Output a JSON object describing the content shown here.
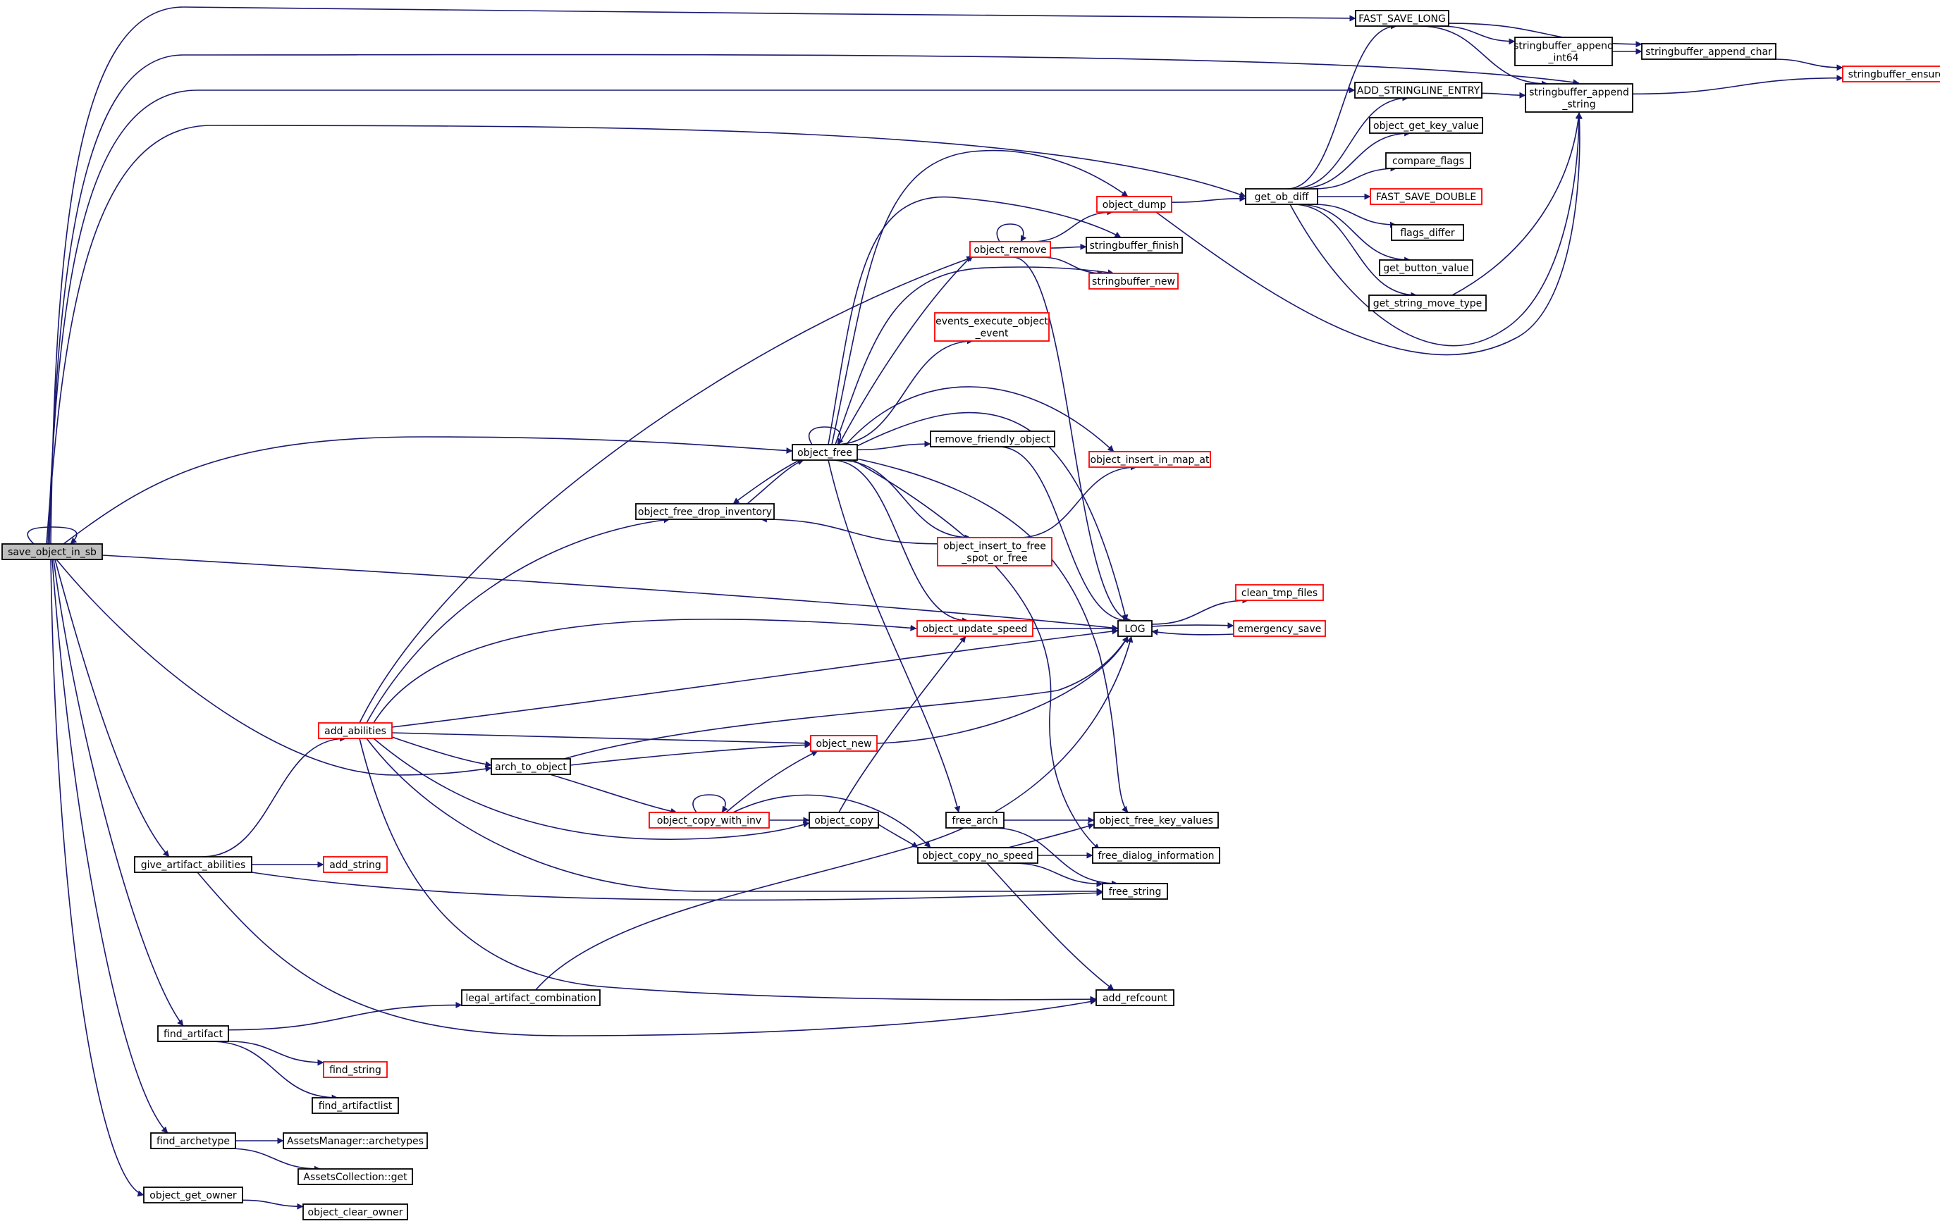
{
  "graph": {
    "colors": {
      "edge": "#191970",
      "border_normal": "#000000",
      "border_truncated": "#ff0000",
      "root_fill": "#bfbfbf"
    },
    "nodes": [
      {
        "id": "save_object_in_sb",
        "label": [
          "save_object_in_sb"
        ],
        "style": "root"
      },
      {
        "id": "FAST_SAVE_LONG",
        "label": [
          "FAST_SAVE_LONG"
        ],
        "style": "normal"
      },
      {
        "id": "stringbuffer_append_int64",
        "label": [
          "stringbuffer_append",
          "_int64"
        ],
        "style": "normal"
      },
      {
        "id": "stringbuffer_append_char",
        "label": [
          "stringbuffer_append_char"
        ],
        "style": "normal"
      },
      {
        "id": "stringbuffer_ensure",
        "label": [
          "stringbuffer_ensure"
        ],
        "style": "truncated"
      },
      {
        "id": "ADD_STRINGLINE_ENTRY",
        "label": [
          "ADD_STRINGLINE_ENTRY"
        ],
        "style": "normal"
      },
      {
        "id": "stringbuffer_append_string",
        "label": [
          "stringbuffer_append",
          "_string"
        ],
        "style": "normal"
      },
      {
        "id": "object_get_key_value",
        "label": [
          "object_get_key_value"
        ],
        "style": "normal"
      },
      {
        "id": "compare_flags",
        "label": [
          "compare_flags"
        ],
        "style": "normal"
      },
      {
        "id": "get_ob_diff",
        "label": [
          "get_ob_diff"
        ],
        "style": "normal"
      },
      {
        "id": "FAST_SAVE_DOUBLE",
        "label": [
          "FAST_SAVE_DOUBLE"
        ],
        "style": "truncated"
      },
      {
        "id": "flags_differ",
        "label": [
          "flags_differ"
        ],
        "style": "normal"
      },
      {
        "id": "get_button_value",
        "label": [
          "get_button_value"
        ],
        "style": "normal"
      },
      {
        "id": "get_string_move_type",
        "label": [
          "get_string_move_type"
        ],
        "style": "normal"
      },
      {
        "id": "object_dump",
        "label": [
          "object_dump"
        ],
        "style": "truncated"
      },
      {
        "id": "object_remove",
        "label": [
          "object_remove"
        ],
        "style": "truncated"
      },
      {
        "id": "stringbuffer_finish",
        "label": [
          "stringbuffer_finish"
        ],
        "style": "normal"
      },
      {
        "id": "stringbuffer_new",
        "label": [
          "stringbuffer_new"
        ],
        "style": "truncated"
      },
      {
        "id": "events_execute_object_event",
        "label": [
          "events_execute_object",
          "_event"
        ],
        "style": "truncated"
      },
      {
        "id": "object_free",
        "label": [
          "object_free"
        ],
        "style": "normal"
      },
      {
        "id": "remove_friendly_object",
        "label": [
          "remove_friendly_object"
        ],
        "style": "normal"
      },
      {
        "id": "object_insert_in_map_at",
        "label": [
          "object_insert_in_map_at"
        ],
        "style": "truncated"
      },
      {
        "id": "object_free_drop_inventory",
        "label": [
          "object_free_drop_inventory"
        ],
        "style": "normal"
      },
      {
        "id": "object_insert_to_free_spot_or_free",
        "label": [
          "object_insert_to_free",
          "_spot_or_free"
        ],
        "style": "truncated"
      },
      {
        "id": "clean_tmp_files",
        "label": [
          "clean_tmp_files"
        ],
        "style": "truncated"
      },
      {
        "id": "LOG",
        "label": [
          "LOG"
        ],
        "style": "normal"
      },
      {
        "id": "emergency_save",
        "label": [
          "emergency_save"
        ],
        "style": "truncated"
      },
      {
        "id": "object_update_speed",
        "label": [
          "object_update_speed"
        ],
        "style": "truncated"
      },
      {
        "id": "add_abilities",
        "label": [
          "add_abilities"
        ],
        "style": "truncated"
      },
      {
        "id": "object_new",
        "label": [
          "object_new"
        ],
        "style": "truncated"
      },
      {
        "id": "arch_to_object",
        "label": [
          "arch_to_object"
        ],
        "style": "normal"
      },
      {
        "id": "object_copy_with_inv",
        "label": [
          "object_copy_with_inv"
        ],
        "style": "truncated"
      },
      {
        "id": "object_copy",
        "label": [
          "object_copy"
        ],
        "style": "normal"
      },
      {
        "id": "free_arch",
        "label": [
          "free_arch"
        ],
        "style": "normal"
      },
      {
        "id": "object_free_key_values",
        "label": [
          "object_free_key_values"
        ],
        "style": "normal"
      },
      {
        "id": "object_copy_no_speed",
        "label": [
          "object_copy_no_speed"
        ],
        "style": "normal"
      },
      {
        "id": "free_dialog_information",
        "label": [
          "free_dialog_information"
        ],
        "style": "normal"
      },
      {
        "id": "give_artifact_abilities",
        "label": [
          "give_artifact_abilities"
        ],
        "style": "normal"
      },
      {
        "id": "add_string",
        "label": [
          "add_string"
        ],
        "style": "truncated"
      },
      {
        "id": "free_string",
        "label": [
          "free_string"
        ],
        "style": "normal"
      },
      {
        "id": "legal_artifact_combination",
        "label": [
          "legal_artifact_combination"
        ],
        "style": "normal"
      },
      {
        "id": "add_refcount",
        "label": [
          "add_refcount"
        ],
        "style": "normal"
      },
      {
        "id": "find_artifact",
        "label": [
          "find_artifact"
        ],
        "style": "normal"
      },
      {
        "id": "find_string",
        "label": [
          "find_string"
        ],
        "style": "truncated"
      },
      {
        "id": "find_artifactlist",
        "label": [
          "find_artifactlist"
        ],
        "style": "normal"
      },
      {
        "id": "find_archetype",
        "label": [
          "find_archetype"
        ],
        "style": "normal"
      },
      {
        "id": "AssetsManager_archetypes",
        "label": [
          "AssetsManager::archetypes"
        ],
        "style": "normal"
      },
      {
        "id": "AssetsCollection_get",
        "label": [
          "AssetsCollection::get"
        ],
        "style": "normal"
      },
      {
        "id": "object_get_owner",
        "label": [
          "object_get_owner"
        ],
        "style": "normal"
      },
      {
        "id": "object_clear_owner",
        "label": [
          "object_clear_owner"
        ],
        "style": "normal"
      }
    ],
    "edges": [
      [
        "save_object_in_sb",
        "save_object_in_sb"
      ],
      [
        "save_object_in_sb",
        "FAST_SAVE_LONG"
      ],
      [
        "save_object_in_sb",
        "stringbuffer_append_string"
      ],
      [
        "save_object_in_sb",
        "ADD_STRINGLINE_ENTRY"
      ],
      [
        "save_object_in_sb",
        "get_ob_diff"
      ],
      [
        "save_object_in_sb",
        "object_free"
      ],
      [
        "save_object_in_sb",
        "LOG"
      ],
      [
        "save_object_in_sb",
        "arch_to_object"
      ],
      [
        "save_object_in_sb",
        "give_artifact_abilities"
      ],
      [
        "save_object_in_sb",
        "find_artifact"
      ],
      [
        "save_object_in_sb",
        "find_archetype"
      ],
      [
        "save_object_in_sb",
        "object_get_owner"
      ],
      [
        "FAST_SAVE_LONG",
        "stringbuffer_append_int64"
      ],
      [
        "FAST_SAVE_LONG",
        "stringbuffer_append_char"
      ],
      [
        "FAST_SAVE_LONG",
        "stringbuffer_append_string"
      ],
      [
        "stringbuffer_append_int64",
        "stringbuffer_append_char"
      ],
      [
        "stringbuffer_append_char",
        "stringbuffer_ensure"
      ],
      [
        "stringbuffer_append_string",
        "stringbuffer_ensure"
      ],
      [
        "ADD_STRINGLINE_ENTRY",
        "stringbuffer_append_string"
      ],
      [
        "get_ob_diff",
        "FAST_SAVE_LONG"
      ],
      [
        "get_ob_diff",
        "ADD_STRINGLINE_ENTRY"
      ],
      [
        "get_ob_diff",
        "object_get_key_value"
      ],
      [
        "get_ob_diff",
        "compare_flags"
      ],
      [
        "get_ob_diff",
        "FAST_SAVE_DOUBLE"
      ],
      [
        "get_ob_diff",
        "flags_differ"
      ],
      [
        "get_ob_diff",
        "get_button_value"
      ],
      [
        "get_ob_diff",
        "get_string_move_type"
      ],
      [
        "get_ob_diff",
        "stringbuffer_append_string"
      ],
      [
        "get_string_move_type",
        "stringbuffer_append_string"
      ],
      [
        "object_dump",
        "get_ob_diff"
      ],
      [
        "object_dump",
        "stringbuffer_append_string"
      ],
      [
        "object_remove",
        "object_remove"
      ],
      [
        "object_remove",
        "object_dump"
      ],
      [
        "object_remove",
        "stringbuffer_finish"
      ],
      [
        "object_remove",
        "stringbuffer_new"
      ],
      [
        "object_remove",
        "LOG"
      ],
      [
        "object_free",
        "object_free"
      ],
      [
        "object_free",
        "object_dump"
      ],
      [
        "object_free",
        "stringbuffer_finish"
      ],
      [
        "object_free",
        "object_remove"
      ],
      [
        "object_free",
        "stringbuffer_new"
      ],
      [
        "object_free",
        "events_execute_object_event"
      ],
      [
        "object_free",
        "remove_friendly_object"
      ],
      [
        "object_free",
        "object_insert_in_map_at"
      ],
      [
        "object_free",
        "object_free_drop_inventory"
      ],
      [
        "object_free",
        "object_insert_to_free_spot_or_free"
      ],
      [
        "object_free",
        "LOG"
      ],
      [
        "object_free",
        "object_update_speed"
      ],
      [
        "object_free",
        "free_arch"
      ],
      [
        "object_free",
        "object_free_key_values"
      ],
      [
        "object_free",
        "free_dialog_information"
      ],
      [
        "object_free_drop_inventory",
        "object_free"
      ],
      [
        "remove_friendly_object",
        "LOG"
      ],
      [
        "object_insert_to_free_spot_or_free",
        "object_free_drop_inventory"
      ],
      [
        "object_insert_to_free_spot_or_free",
        "object_insert_in_map_at"
      ],
      [
        "LOG",
        "clean_tmp_files"
      ],
      [
        "LOG",
        "emergency_save"
      ],
      [
        "emergency_save",
        "LOG"
      ],
      [
        "object_update_speed",
        "LOG"
      ],
      [
        "add_abilities",
        "object_remove"
      ],
      [
        "add_abilities",
        "object_free_drop_inventory"
      ],
      [
        "add_abilities",
        "object_update_speed"
      ],
      [
        "add_abilities",
        "LOG"
      ],
      [
        "add_abilities",
        "object_new"
      ],
      [
        "add_abilities",
        "arch_to_object"
      ],
      [
        "add_abilities",
        "object_copy"
      ],
      [
        "add_abilities",
        "free_string"
      ],
      [
        "add_abilities",
        "add_refcount"
      ],
      [
        "object_new",
        "LOG"
      ],
      [
        "arch_to_object",
        "LOG"
      ],
      [
        "arch_to_object",
        "object_new"
      ],
      [
        "arch_to_object",
        "object_copy_with_inv"
      ],
      [
        "object_copy_with_inv",
        "object_copy_with_inv"
      ],
      [
        "object_copy_with_inv",
        "object_new"
      ],
      [
        "object_copy_with_inv",
        "object_copy"
      ],
      [
        "object_copy_with_inv",
        "object_copy_no_speed"
      ],
      [
        "object_copy",
        "object_update_speed"
      ],
      [
        "object_copy",
        "object_copy_no_speed"
      ],
      [
        "free_arch",
        "object_free_key_values"
      ],
      [
        "free_arch",
        "free_string"
      ],
      [
        "object_copy_no_speed",
        "object_free_key_values"
      ],
      [
        "object_copy_no_speed",
        "free_dialog_information"
      ],
      [
        "object_copy_no_speed",
        "free_string"
      ],
      [
        "object_copy_no_speed",
        "add_refcount"
      ],
      [
        "give_artifact_abilities",
        "add_abilities"
      ],
      [
        "give_artifact_abilities",
        "add_string"
      ],
      [
        "give_artifact_abilities",
        "free_string"
      ],
      [
        "give_artifact_abilities",
        "add_refcount"
      ],
      [
        "legal_artifact_combination",
        "LOG"
      ],
      [
        "find_artifact",
        "legal_artifact_combination"
      ],
      [
        "find_artifact",
        "find_string"
      ],
      [
        "find_artifact",
        "find_artifactlist"
      ],
      [
        "find_archetype",
        "AssetsManager_archetypes"
      ],
      [
        "find_archetype",
        "AssetsCollection_get"
      ],
      [
        "object_get_owner",
        "object_clear_owner"
      ]
    ]
  }
}
